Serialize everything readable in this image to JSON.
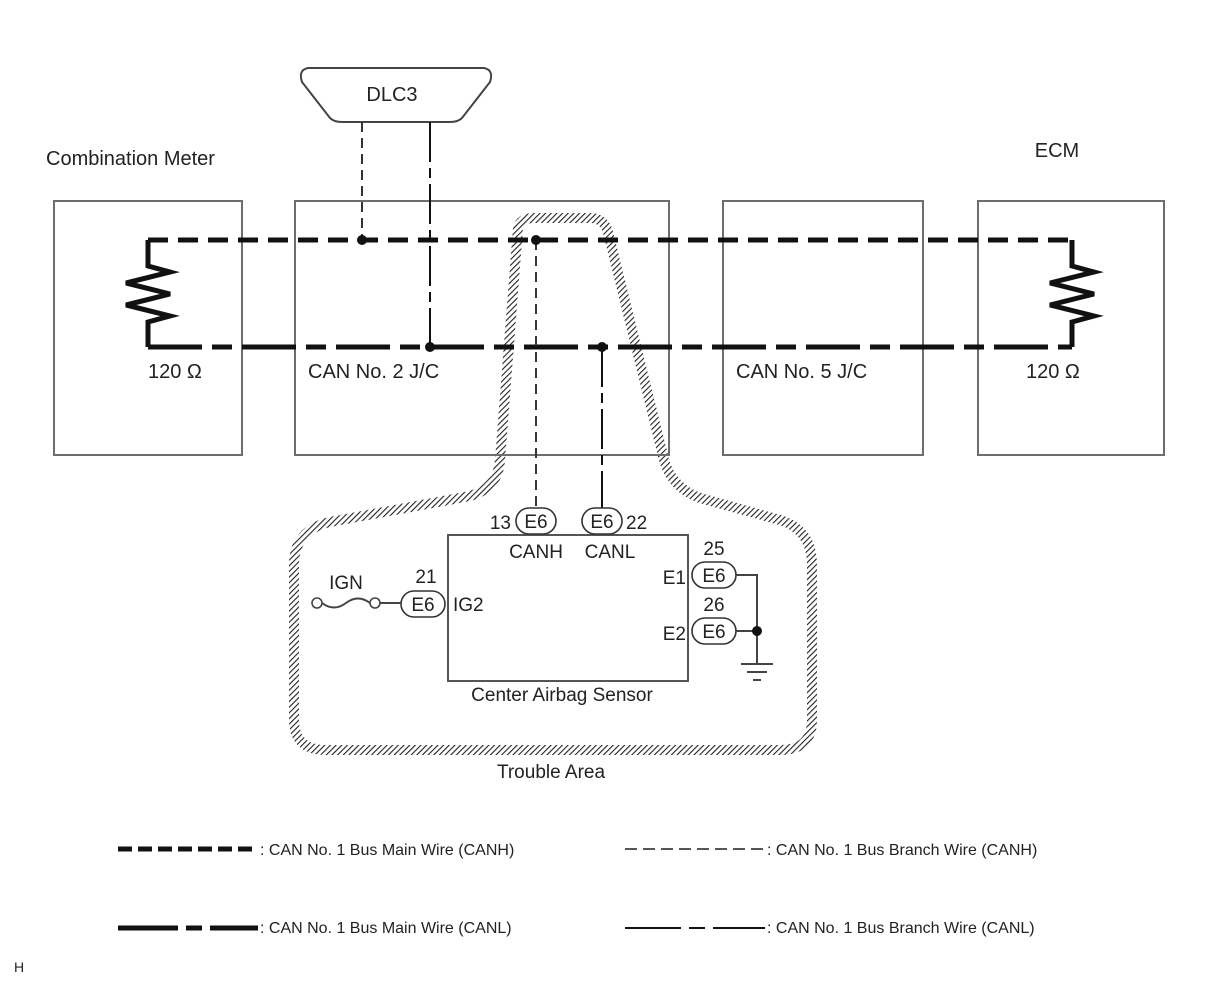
{
  "diagram": {
    "type": "wiring-diagram",
    "colors": {
      "line": "#111111",
      "box": "#6d6d6d",
      "hatch": "#333333",
      "background": "#ffffff"
    },
    "connector_dlc": "DLC3",
    "modules": {
      "combination_meter": {
        "title": "Combination Meter",
        "resistor": "120 Ω"
      },
      "can2_jc": {
        "title": "CAN No. 2 J/C"
      },
      "can5_jc": {
        "title": "CAN No. 5 J/C"
      },
      "ecm": {
        "title": "ECM",
        "resistor": "120 Ω"
      }
    },
    "sensor": {
      "title": "Center Airbag Sensor",
      "pins": [
        {
          "pin": "13",
          "connector": "E6",
          "signal": "CANH"
        },
        {
          "pin": "22",
          "connector": "E6",
          "signal": "CANL"
        },
        {
          "pin": "21",
          "connector": "E6",
          "signal": "IG2"
        },
        {
          "pin": "25",
          "connector": "E6",
          "signal": "E1"
        },
        {
          "pin": "26",
          "connector": "E6",
          "signal": "E2"
        }
      ],
      "ign_label": "IGN"
    },
    "trouble_area": "Trouble Area",
    "legend": [
      {
        "style": "main-canh",
        "label": ": CAN No. 1 Bus Main Wire (CANH)"
      },
      {
        "style": "branch-canh",
        "label": ": CAN No. 1 Bus Branch Wire (CANH)"
      },
      {
        "style": "main-canl",
        "label": ": CAN No. 1 Bus Main Wire (CANL)"
      },
      {
        "style": "branch-canl",
        "label": ": CAN No. 1 Bus Branch Wire (CANL)"
      }
    ],
    "corner_mark": "H"
  }
}
